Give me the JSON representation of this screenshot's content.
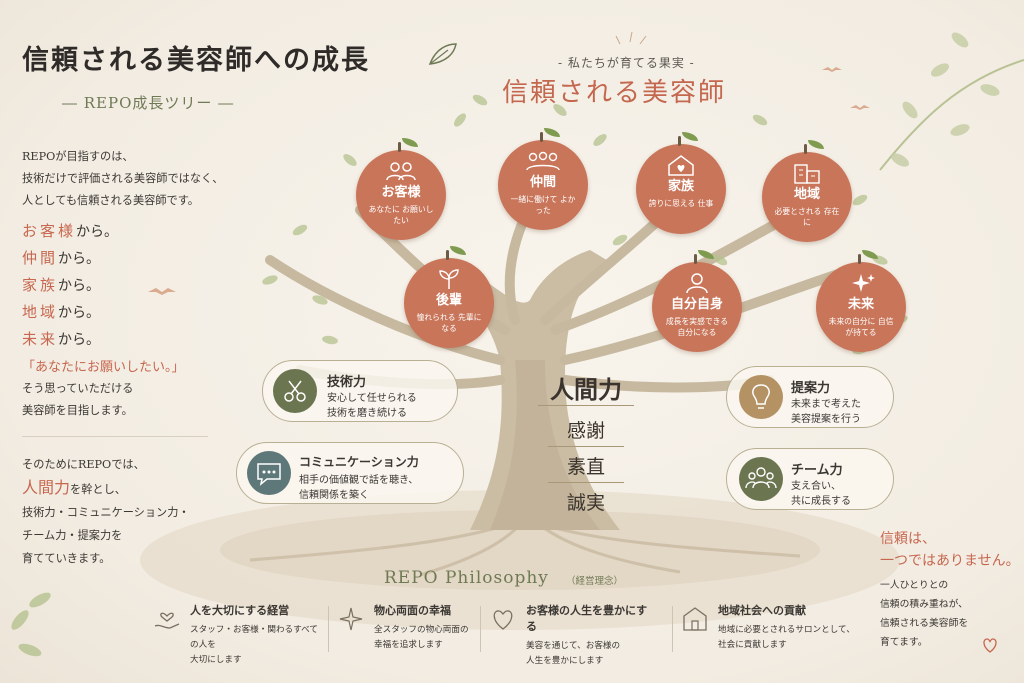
{
  "header": {
    "title": "信頼される美容師への成長",
    "subtitle": "― REPO成長ツリー ―"
  },
  "intro": {
    "lines": [
      "REPOが目指すのは、",
      "技術だけで評価される美容師ではなく、",
      "人としても信頼される美容師です。"
    ]
  },
  "sources": [
    {
      "word": "お客様",
      "suffix": "から。"
    },
    {
      "word": "仲間",
      "suffix": "から。"
    },
    {
      "word": "家族",
      "suffix": "から。"
    },
    {
      "word": "地域",
      "suffix": "から。"
    },
    {
      "word": "未来",
      "suffix": "から。"
    }
  ],
  "quote": {
    "text": "「あなたにお願いしたい。」",
    "lines": [
      "そう思っていただける",
      "美容師を目指します。"
    ]
  },
  "approach": {
    "line1": "そのためにREPOでは、",
    "core": "人間力",
    "core_suffix": "を幹とし、",
    "line3": "技術力・コミュニケーション力・",
    "line4": "チーム力・提案力を",
    "line5": "育てていきます。"
  },
  "fruits_header": {
    "kicker": "- 私たちが育てる果実 -",
    "title": "信頼される美容師"
  },
  "fruits": [
    {
      "name": "お客様",
      "desc": "あなたに お願いしたい",
      "icon": "people-icon"
    },
    {
      "name": "仲間",
      "desc": "一緒に働けて よかった",
      "icon": "team-icon"
    },
    {
      "name": "家族",
      "desc": "誇りに思える 仕事",
      "icon": "house-heart-icon"
    },
    {
      "name": "地域",
      "desc": "必要とされる 存在に",
      "icon": "building-icon"
    },
    {
      "name": "後輩",
      "desc": "憧れられる 先輩になる",
      "icon": "sprout-icon"
    },
    {
      "name": "自分自身",
      "desc": "成長を実感できる 自分になる",
      "icon": "person-icon"
    },
    {
      "name": "未来",
      "desc": "未来の自分に 自信が持てる",
      "icon": "sparkle-icon"
    }
  ],
  "trunk": {
    "main": "人間力",
    "values": [
      "感謝",
      "素直",
      "誠実"
    ]
  },
  "skills": [
    {
      "name": "技術力",
      "desc1": "安心して任せられる",
      "desc2": "技術を磨き続ける",
      "icon": "scissors-icon"
    },
    {
      "name": "コミュニケーション力",
      "desc1": "相手の価値観で話を聴き、",
      "desc2": "信頼関係を築く",
      "icon": "chat-icon"
    },
    {
      "name": "提案力",
      "desc1": "未来まで考えた",
      "desc2": "美容提案を行う",
      "icon": "lightbulb-icon"
    },
    {
      "name": "チーム力",
      "desc1": "支え合い、",
      "desc2": "共に成長する",
      "icon": "group-icon"
    }
  ],
  "philosophy": {
    "title": "REPO Philosophy",
    "sub": "（経営理念）",
    "items": [
      {
        "title": "人を大切にする経営",
        "d1": "スタッフ・お客様・関わるすべての人を",
        "d2": "大切にします",
        "icon": "hand-heart-icon"
      },
      {
        "title": "物心両面の幸福",
        "d1": "全スタッフの物心両面の",
        "d2": "幸福を追求します",
        "icon": "sparkle-icon"
      },
      {
        "title": "お客様の人生を豊かにする",
        "d1": "美容を通じて、お客様の",
        "d2": "人生を豊かにします",
        "icon": "heart-icon"
      },
      {
        "title": "地域社会への貢献",
        "d1": "地域に必要とされるサロンとして、",
        "d2": "社会に貢献します",
        "icon": "shop-icon"
      }
    ]
  },
  "trust_note": {
    "h1": "信頼は、",
    "h2": "一つではありません。",
    "b1": "一人ひとりとの",
    "b2": "信頼の積み重ねが、",
    "b3": "信頼される美容師を",
    "b4": "育てます。"
  },
  "colors": {
    "accent": "#c97559",
    "green": "#6f7a55",
    "brown": "#c7674f"
  }
}
